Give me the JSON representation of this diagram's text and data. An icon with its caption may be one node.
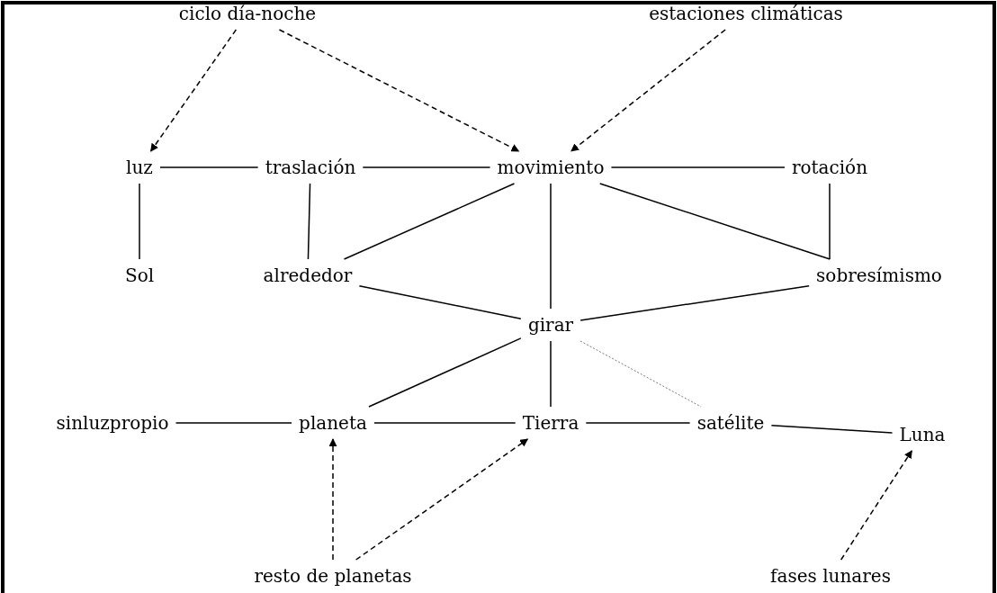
{
  "diagram": {
    "nodes": [
      {
        "text": [
          "ciclo día-noche"
        ]
      },
      {
        "text": [
          "estaciones climáticas"
        ]
      },
      {
        "text": [
          "luz"
        ]
      },
      {
        "text": [
          "traslación"
        ]
      },
      {
        "text": [
          "movimiento"
        ]
      },
      {
        "text": [
          "rotación"
        ]
      },
      {
        "text": [
          "Sol"
        ]
      },
      {
        "text": [
          "alrededor"
        ]
      },
      {
        "text": [
          "sobresímismo"
        ]
      },
      {
        "text": [
          "girar"
        ]
      },
      {
        "text": [
          "sinluzpropio"
        ]
      },
      {
        "text": [
          "planeta"
        ]
      },
      {
        "text": [
          "Tierra"
        ]
      },
      {
        "text": [
          "satélite"
        ]
      },
      {
        "text": [
          "Luna"
        ]
      },
      {
        "text": [
          "resto de planetas"
        ]
      },
      {
        "text": [
          "fases lunares"
        ]
      }
    ],
    "edges": [
      {
        "from": 0,
        "to": 2,
        "arrow": "to",
        "style": "dashed"
      },
      {
        "from": 0,
        "to": 4,
        "arrow": "to",
        "style": "dashed"
      },
      {
        "from": 1,
        "to": 4,
        "arrow": "to",
        "style": "dashed"
      },
      {
        "from": 2,
        "to": 3,
        "arrow": "none"
      },
      {
        "from": 3,
        "to": 4,
        "arrow": "none"
      },
      {
        "from": 4,
        "to": 5,
        "arrow": "none"
      },
      {
        "from": 2,
        "to": 6,
        "arrow": "none"
      },
      {
        "from": 3,
        "to": 7,
        "arrow": "none"
      },
      {
        "from": 4,
        "to": 7,
        "arrow": "none"
      },
      {
        "from": 4,
        "to": 9,
        "arrow": "none"
      },
      {
        "from": 4,
        "to": 8,
        "arrow": "none"
      },
      {
        "from": 5,
        "to": 8,
        "arrow": "none"
      },
      {
        "from": 7,
        "to": 9,
        "arrow": "none"
      },
      {
        "from": 8,
        "to": 9,
        "arrow": "none"
      },
      {
        "from": 9,
        "to": 11,
        "arrow": "none"
      },
      {
        "from": 9,
        "to": 12,
        "arrow": "none"
      },
      {
        "from": 9,
        "to": 13,
        "arrow": "none",
        "style": "dashed",
        "color": "#777777"
      },
      {
        "from": 10,
        "to": 11,
        "arrow": "none"
      },
      {
        "from": 11,
        "to": 12,
        "arrow": "none"
      },
      {
        "from": 12,
        "to": 13,
        "arrow": "none"
      },
      {
        "from": 13,
        "to": 14,
        "arrow": "none"
      },
      {
        "from": 15,
        "to": 11,
        "arrow": "to",
        "style": "dashed"
      },
      {
        "from": 15,
        "to": 12,
        "arrow": "to",
        "style": "dashed"
      },
      {
        "from": 16,
        "to": 14,
        "arrow": "to",
        "style": "dashed"
      }
    ]
  }
}
